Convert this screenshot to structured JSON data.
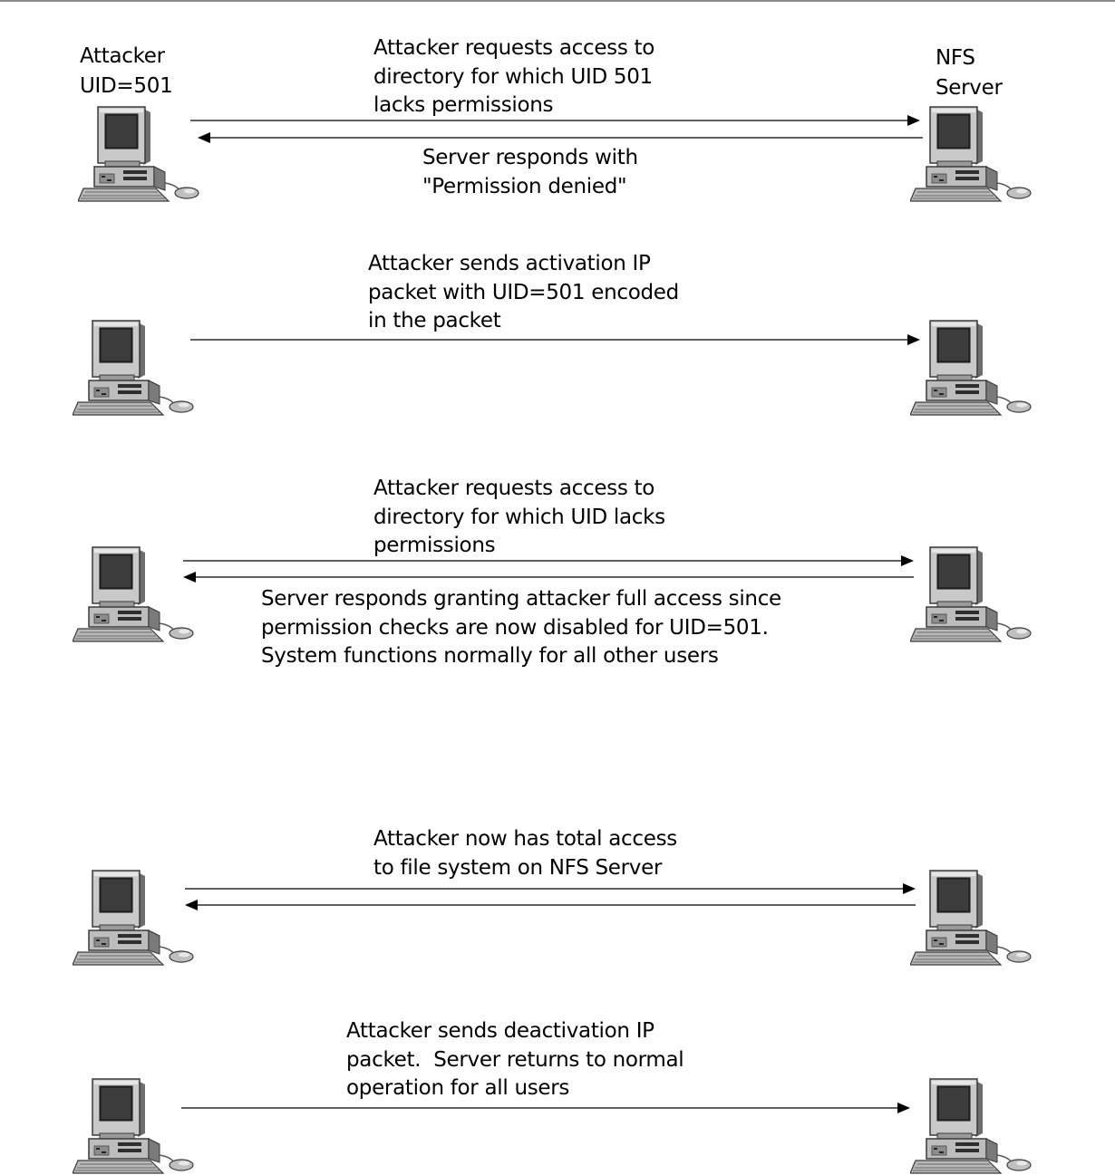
{
  "nodes": {
    "attacker_label": "Attacker\nUID=501",
    "server_label": "NFS\nServer"
  },
  "steps": [
    {
      "id": "step1",
      "request_text": "Attacker requests access to\ndirectory for which UID 501\nlacks permissions",
      "response_text": "Server responds with\n\"Permission denied\""
    },
    {
      "id": "step2",
      "request_text": "Attacker sends activation IP\npacket with UID=501 encoded\nin the packet"
    },
    {
      "id": "step3",
      "request_text": "Attacker requests access to\ndirectory for which UID lacks\npermissions",
      "response_text": "Server responds granting attacker full access since\npermission checks are now disabled for UID=501.\nSystem functions normally for all other users"
    },
    {
      "id": "step4",
      "request_text": "Attacker now has total access\nto file system on NFS Server"
    },
    {
      "id": "step5",
      "request_text": "Attacker sends deactivation IP\npacket.  Server returns to normal\noperation for all users"
    }
  ]
}
